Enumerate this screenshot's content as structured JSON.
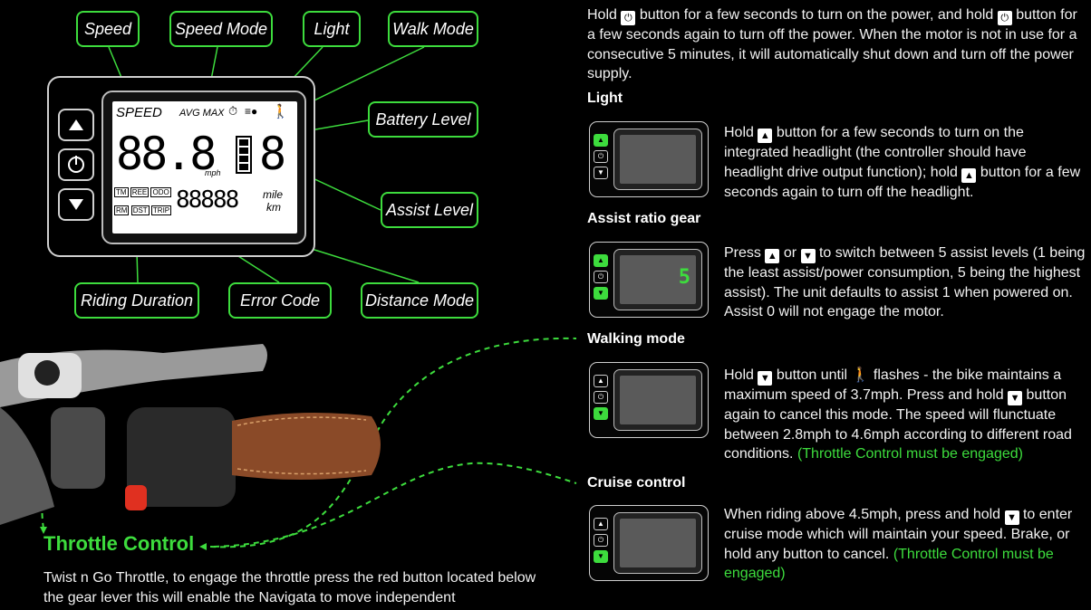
{
  "callouts": {
    "speed": "Speed",
    "speed_mode": "Speed Mode",
    "light": "Light",
    "walk_mode": "Walk Mode",
    "battery_level": "Battery Level",
    "assist_level": "Assist Level",
    "riding_duration": "Riding Duration",
    "error_code": "Error Code",
    "distance_mode": "Distance Mode"
  },
  "display": {
    "speed_label": "SPEED",
    "avg_max": "AVG MAX",
    "speed_digits": "88.8",
    "speed_unit": "mph",
    "assist_digit": "8",
    "odo_digits": "88888",
    "mile": "mile",
    "km": "km",
    "tags": [
      "TM",
      "REE",
      "ODO",
      "RM",
      "DST",
      "TRIP"
    ]
  },
  "power": {
    "intro_1": "Hold",
    "intro_2": "button for a few seconds to turn on the power, and hold",
    "intro_3": "button for a few seconds again to turn off the power. When the motor is not in use for a consecutive 5 minutes, it will automatically shut down and turn off the power supply."
  },
  "sections": {
    "light": {
      "title": "Light",
      "a": "Hold",
      "b": "button for a few seconds to turn on the integrated headlight (the controller should have headlight drive output function); hold",
      "c": "button for a few seconds again to turn off the headlight."
    },
    "assist": {
      "title": "Assist ratio gear",
      "a": "Press",
      "b": "or",
      "c": "to switch between 5 assist levels (1 being the least assist/power consumption, 5 being the highest assist). The unit defaults to assist 1 when powered on. Assist 0 will not engage the motor.",
      "digit": "5"
    },
    "walking": {
      "title": "Walking mode",
      "a": "Hold",
      "b": "button until",
      "c": "flashes - the bike maintains a maximum speed of 3.7mph. Press and hold",
      "d": "button again to cancel this mode. The speed will flunctuate between 2.8mph to 4.6mph according to different road conditions.",
      "note": "(Throttle Control must be engaged)"
    },
    "cruise": {
      "title": "Cruise control",
      "a": "When riding above 4.5mph, press and hold",
      "b": "to enter cruise mode which will maintain your speed. Brake, or hold any button to cancel.",
      "note": "(Throttle Control must be engaged)"
    }
  },
  "throttle": {
    "title": "Throttle Control",
    "text": "Twist n Go Throttle, to engage the throttle press the red button located below the gear lever this will enable the Navigata to move independent"
  },
  "colors": {
    "accent": "#3ddc3d",
    "background": "#000000"
  }
}
